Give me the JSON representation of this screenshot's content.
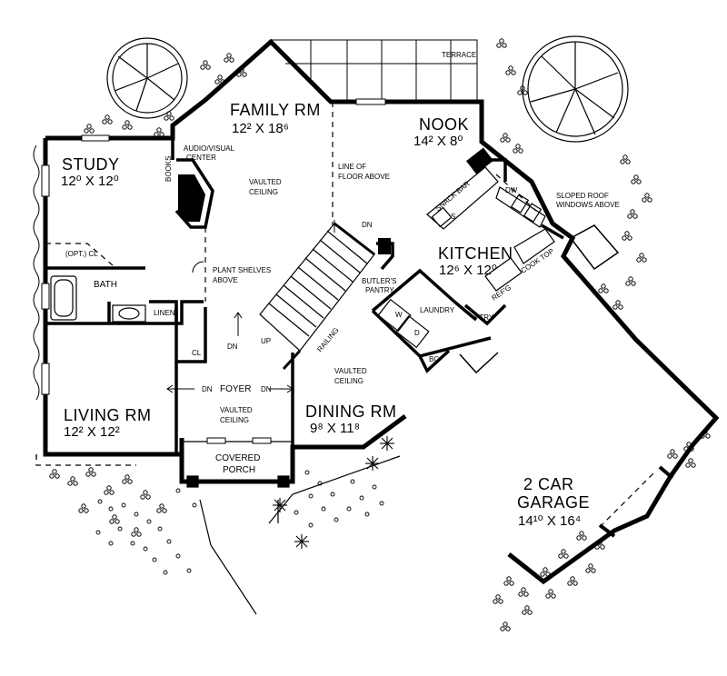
{
  "rooms": {
    "family": {
      "name": "FAMILY RM",
      "dim": "12² X 18⁶"
    },
    "nook": {
      "name": "NOOK",
      "dim": "14² X 8⁰"
    },
    "study": {
      "name": "STUDY",
      "dim": "12⁰ X 12⁰"
    },
    "kitchen": {
      "name": "KITCHEN",
      "dim": "12⁶ X 12⁰"
    },
    "living": {
      "name": "LIVING RM",
      "dim": "12² X 12²"
    },
    "dining": {
      "name": "DINING RM",
      "dim": "9⁸ X 11⁸"
    },
    "garage": {
      "line1": "2 CAR",
      "line2": "GARAGE",
      "dim": "14¹⁰ X 16⁴"
    }
  },
  "labels": {
    "terrace": "TERRACE",
    "audio_visual_1": "AUDIO/VISUAL",
    "audio_visual_2": "CENTER",
    "books": "BOOKS",
    "vaulted_family_1": "VAULTED",
    "vaulted_family_2": "CEILING",
    "line_of_floor_1": "LINE OF",
    "line_of_floor_2": "FLOOR ABOVE",
    "stair_dn_top": "DN",
    "snack_bar": "SNACK BAR",
    "dw": "DW",
    "s": "S",
    "sloped_roof_1": "SLOPED ROOF",
    "sloped_roof_2": "WINDOWS ABOVE",
    "cook_top": "COOK TOP",
    "refg": "REF'G",
    "butlers_1": "BUTLER'S",
    "butlers_2": "PANTRY",
    "laundry": "LAUNDRY",
    "w": "W",
    "d": "D",
    "ptry": "PTRY",
    "bc": "BC",
    "opt_cl": "(OPT.) CL",
    "bath": "BATH",
    "linen": "LINEN",
    "plant_shelves_1": "PLANT SHELVES",
    "plant_shelves_2": "ABOVE",
    "cl": "CL",
    "dn_left": "DN",
    "up": "UP",
    "railing": "RAILING",
    "vaulted_dining_1": "VAULTED",
    "vaulted_dining_2": "CEILING",
    "foyer": "FOYER",
    "foyer_dn_left": "DN",
    "foyer_dn_right": "DN",
    "vaulted_foyer_1": "VAULTED",
    "vaulted_foyer_2": "CEILING",
    "covered_porch_1": "COVERED",
    "covered_porch_2": "PORCH"
  }
}
